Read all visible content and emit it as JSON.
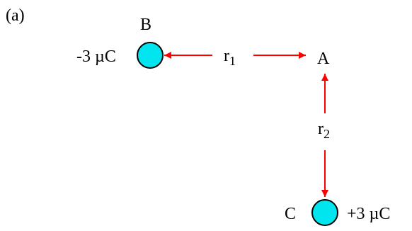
{
  "figure": {
    "panel_label": "(a)",
    "points": {
      "A": {
        "label": "A"
      },
      "B": {
        "label": "B",
        "charge": "-3 µC"
      },
      "C": {
        "label": "C",
        "charge": "+3 µC"
      }
    },
    "distances": {
      "r1": {
        "symbol": "r",
        "subscript": "1"
      },
      "r2": {
        "symbol": "r",
        "subscript": "2"
      }
    }
  },
  "colors": {
    "charge_fill": "#00e5ee",
    "charge_stroke": "#000000",
    "arrow": "#ff0000",
    "text": "#000000"
  }
}
